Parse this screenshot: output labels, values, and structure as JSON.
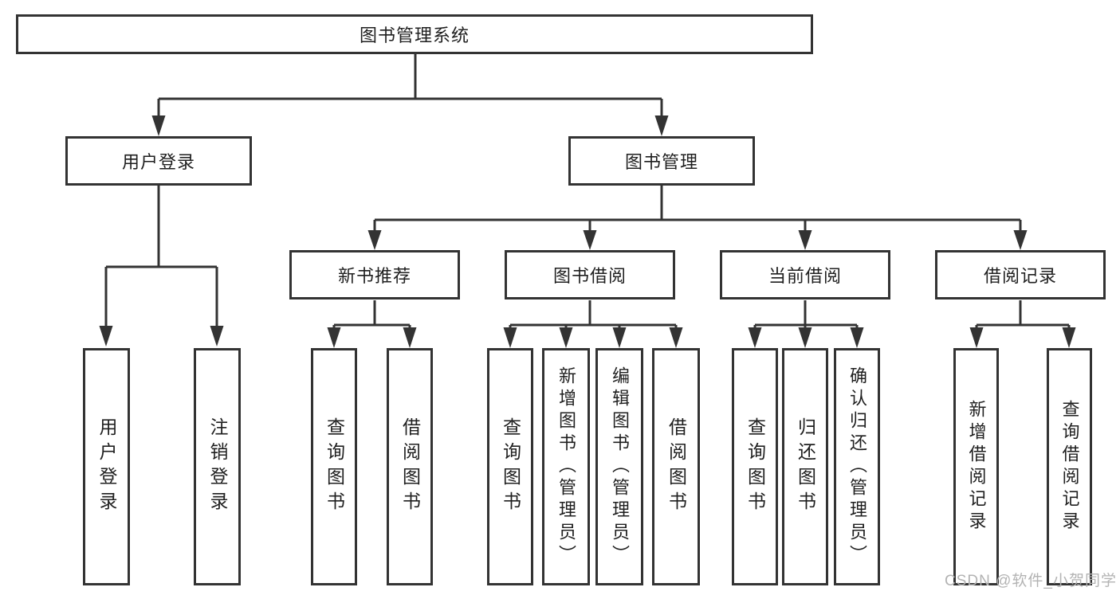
{
  "diagram": {
    "nodes": {
      "root": "图书管理系统",
      "level2": [
        "用户登录",
        "图书管理"
      ],
      "level3": [
        "新书推荐",
        "图书借阅",
        "当前借阅",
        "借阅记录"
      ],
      "leaves_user_login": [
        "用户登录",
        "注销登录"
      ],
      "leaves_new_book": [
        "查询图书",
        "借阅图书"
      ],
      "leaves_book_borrow": [
        "查询图书",
        "新增图书（管理员）",
        "编辑图书（管理员）",
        "借阅图书"
      ],
      "leaves_current_borrow": [
        "查询图书",
        "归还图书",
        "确认归还（管理员）"
      ],
      "leaves_borrow_records": [
        "新增借阅记录",
        "查询借阅记录"
      ]
    },
    "watermark": "CSDN @软件_小贺同学",
    "colors": {
      "line": "#333333",
      "box_border": "#333333",
      "text": "#1f1f1f",
      "watermark": "#b3b3b3"
    }
  }
}
